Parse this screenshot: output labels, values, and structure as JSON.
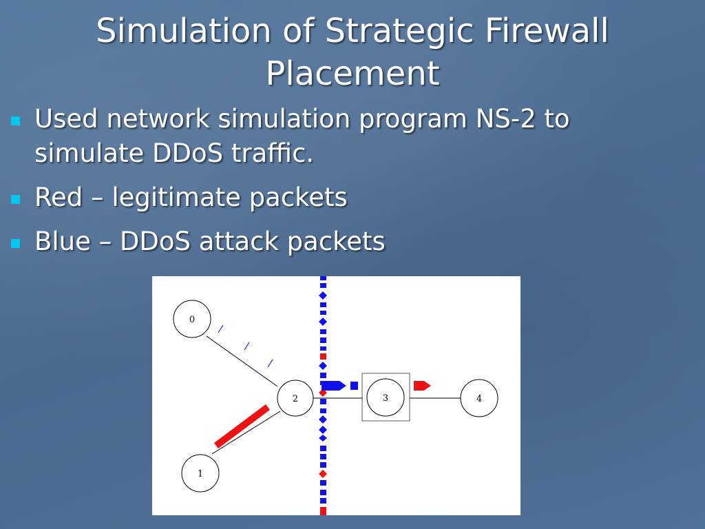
{
  "slide": {
    "title": "Simulation of Strategic Firewall Placement",
    "bullets": [
      "Used network simulation program NS-2 to simulate DDoS traffic.",
      "Red – legitimate packets",
      "Blue – DDoS attack packets"
    ]
  },
  "diagram": {
    "nodes": [
      "0",
      "1",
      "2",
      "3",
      "4"
    ],
    "colors": {
      "legitimate": "#ee1111",
      "attack": "#1010ee",
      "accent_bullet": "#00c8f0"
    }
  }
}
